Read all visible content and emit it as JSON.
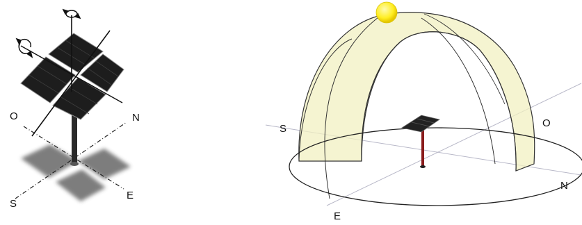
{
  "left_figure": {
    "labels": {
      "west": "O",
      "north": "N",
      "south": "S",
      "east": "E"
    },
    "icons": [
      "vertical-rotation-arrow-icon",
      "tilt-rotation-arrow-icon"
    ]
  },
  "right_figure": {
    "labels": {
      "south": "S",
      "west": "O",
      "north": "N",
      "east": "E"
    },
    "icons": [
      "sun-icon"
    ]
  },
  "colors": {
    "panel": "#1d1d1d",
    "shadow": "#6f6f6f",
    "dome_fill": "#f1f0c2",
    "sun": "#ffee22",
    "pole": "#8a1c1c"
  }
}
